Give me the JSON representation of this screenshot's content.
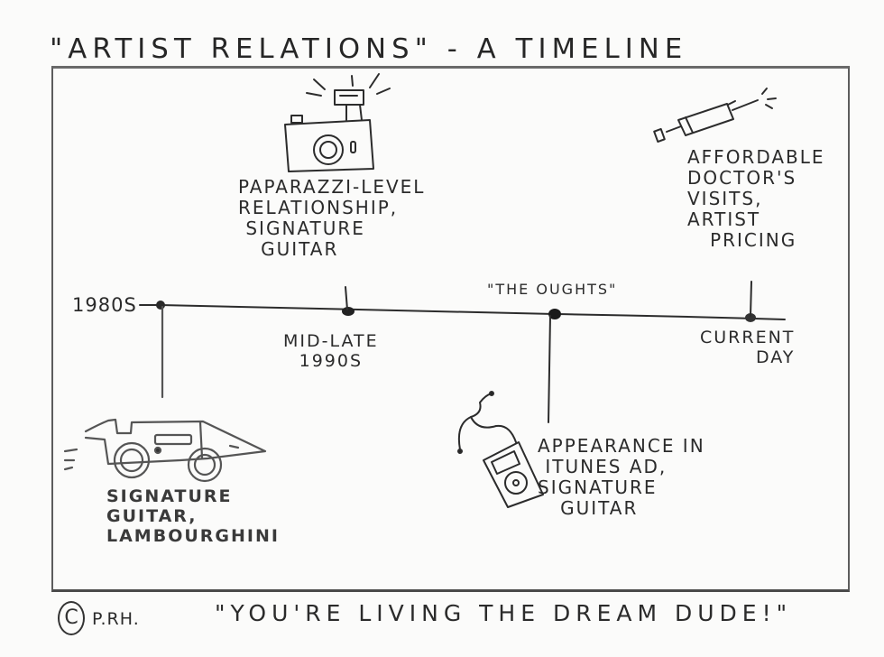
{
  "title": "\"ARTIST RELATIONS\" - A TIMELINE",
  "timeline": {
    "eras": [
      {
        "id": "1980s",
        "label": "1980s",
        "event": "SIGNATURE\nGUITAR,\nLAMBOURGHINI",
        "icon": "sports-car-icon"
      },
      {
        "id": "1990s",
        "label": "MID-LATE\n1990s",
        "event": "PAPARAZZI-LEVEL\nRELATIONSHIP,\n SIGNATURE\n   GUITAR",
        "icon": "camera-icon"
      },
      {
        "id": "oughts",
        "label": "\"THE OUGHTS\"",
        "event": "APPEARANCE IN\n ITUNES AD,\nSIGNATURE\n   GUITAR",
        "icon": "ipod-icon"
      },
      {
        "id": "current",
        "label": "CURRENT\n  DAY",
        "event": "AFFORDABLE\nDOCTOR'S\nVISITS,\nARTIST\n   PRICING",
        "icon": "syringe-icon"
      }
    ]
  },
  "footer": {
    "copyright_symbol": "C",
    "author": "P.RH.",
    "quote": "\"YOU'RE LIVING THE DREAM DUDE!\""
  }
}
